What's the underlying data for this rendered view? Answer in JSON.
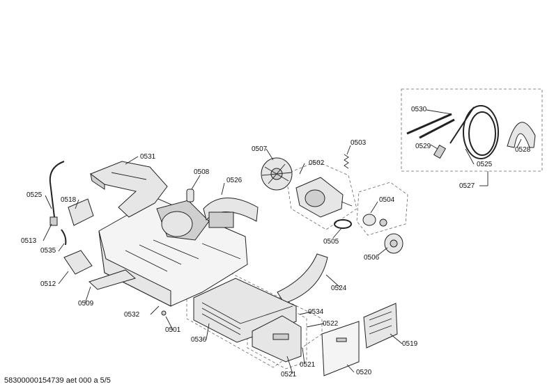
{
  "diagram": {
    "callouts": [
      {
        "id": "c0531",
        "label": "0531"
      },
      {
        "id": "c0508",
        "label": "0508"
      },
      {
        "id": "c0526",
        "label": "0526"
      },
      {
        "id": "c0507",
        "label": "0507"
      },
      {
        "id": "c0502",
        "label": "0502"
      },
      {
        "id": "c0503",
        "label": "0503"
      },
      {
        "id": "c0530",
        "label": "0530"
      },
      {
        "id": "c0529",
        "label": "0529"
      },
      {
        "id": "c0525b",
        "label": "0525"
      },
      {
        "id": "c0528",
        "label": "0528"
      },
      {
        "id": "c0527",
        "label": "0527"
      },
      {
        "id": "c0504",
        "label": "0504"
      },
      {
        "id": "c0505",
        "label": "0505"
      },
      {
        "id": "c0506",
        "label": "0506"
      },
      {
        "id": "c0525",
        "label": "0525"
      },
      {
        "id": "c0518",
        "label": "0518"
      },
      {
        "id": "c0513",
        "label": "0513"
      },
      {
        "id": "c0535",
        "label": "0535"
      },
      {
        "id": "c0512",
        "label": "0512"
      },
      {
        "id": "c0509",
        "label": "0509"
      },
      {
        "id": "c0532",
        "label": "0532"
      },
      {
        "id": "c0501",
        "label": "0501"
      },
      {
        "id": "c0536",
        "label": "0536"
      },
      {
        "id": "c0524",
        "label": "0524"
      },
      {
        "id": "c0534",
        "label": "0534"
      },
      {
        "id": "c0522",
        "label": "0522"
      },
      {
        "id": "c0519",
        "label": "0519"
      },
      {
        "id": "c0521a",
        "label": "0521"
      },
      {
        "id": "c0521b",
        "label": "0521"
      },
      {
        "id": "c0520",
        "label": "0520"
      }
    ]
  },
  "footer": {
    "document_code": "58300000154739 aet 000 a 5/5"
  }
}
